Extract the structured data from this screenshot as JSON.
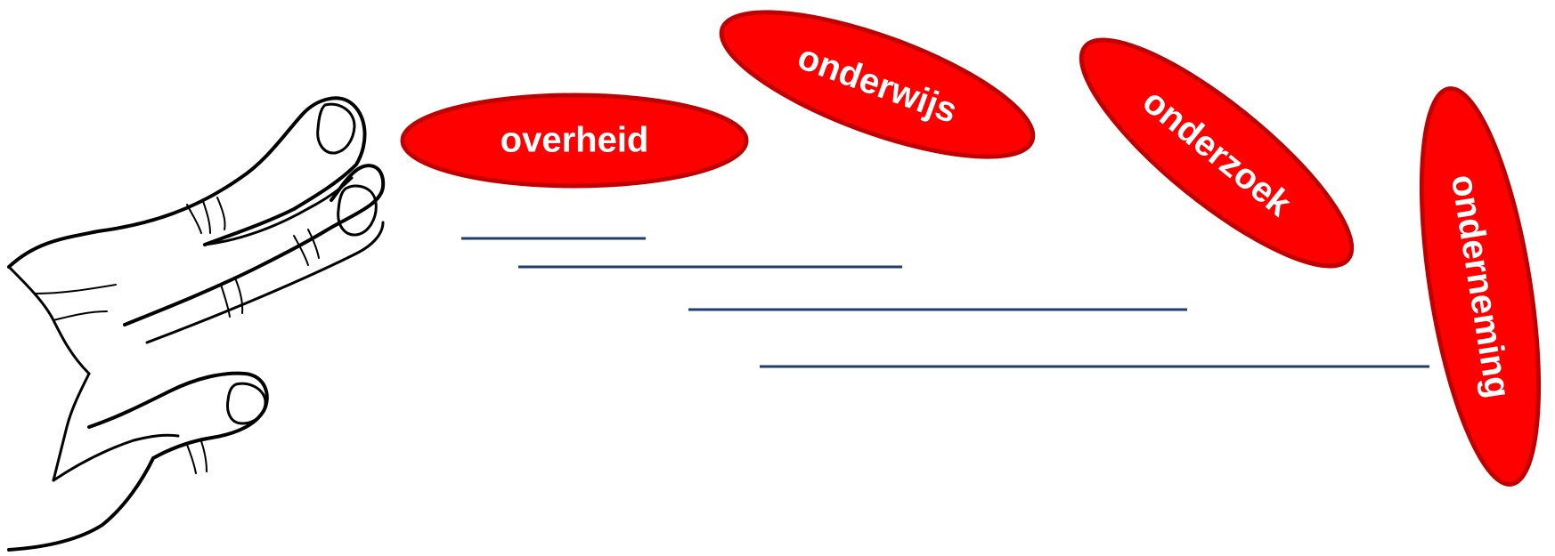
{
  "colors": {
    "ellipse_fill": "#ff0000",
    "ellipse_stroke": "#c00000",
    "label_text": "#ffffff",
    "line_color": "#1f3c6e",
    "hand_stroke": "#000000"
  },
  "labels": {
    "overheid": "overheid",
    "onderwijs": "onderwijs",
    "onderzoek": "onderzoek",
    "onderneming": "onderneming"
  },
  "icons": {
    "hand": "hand-icon"
  }
}
